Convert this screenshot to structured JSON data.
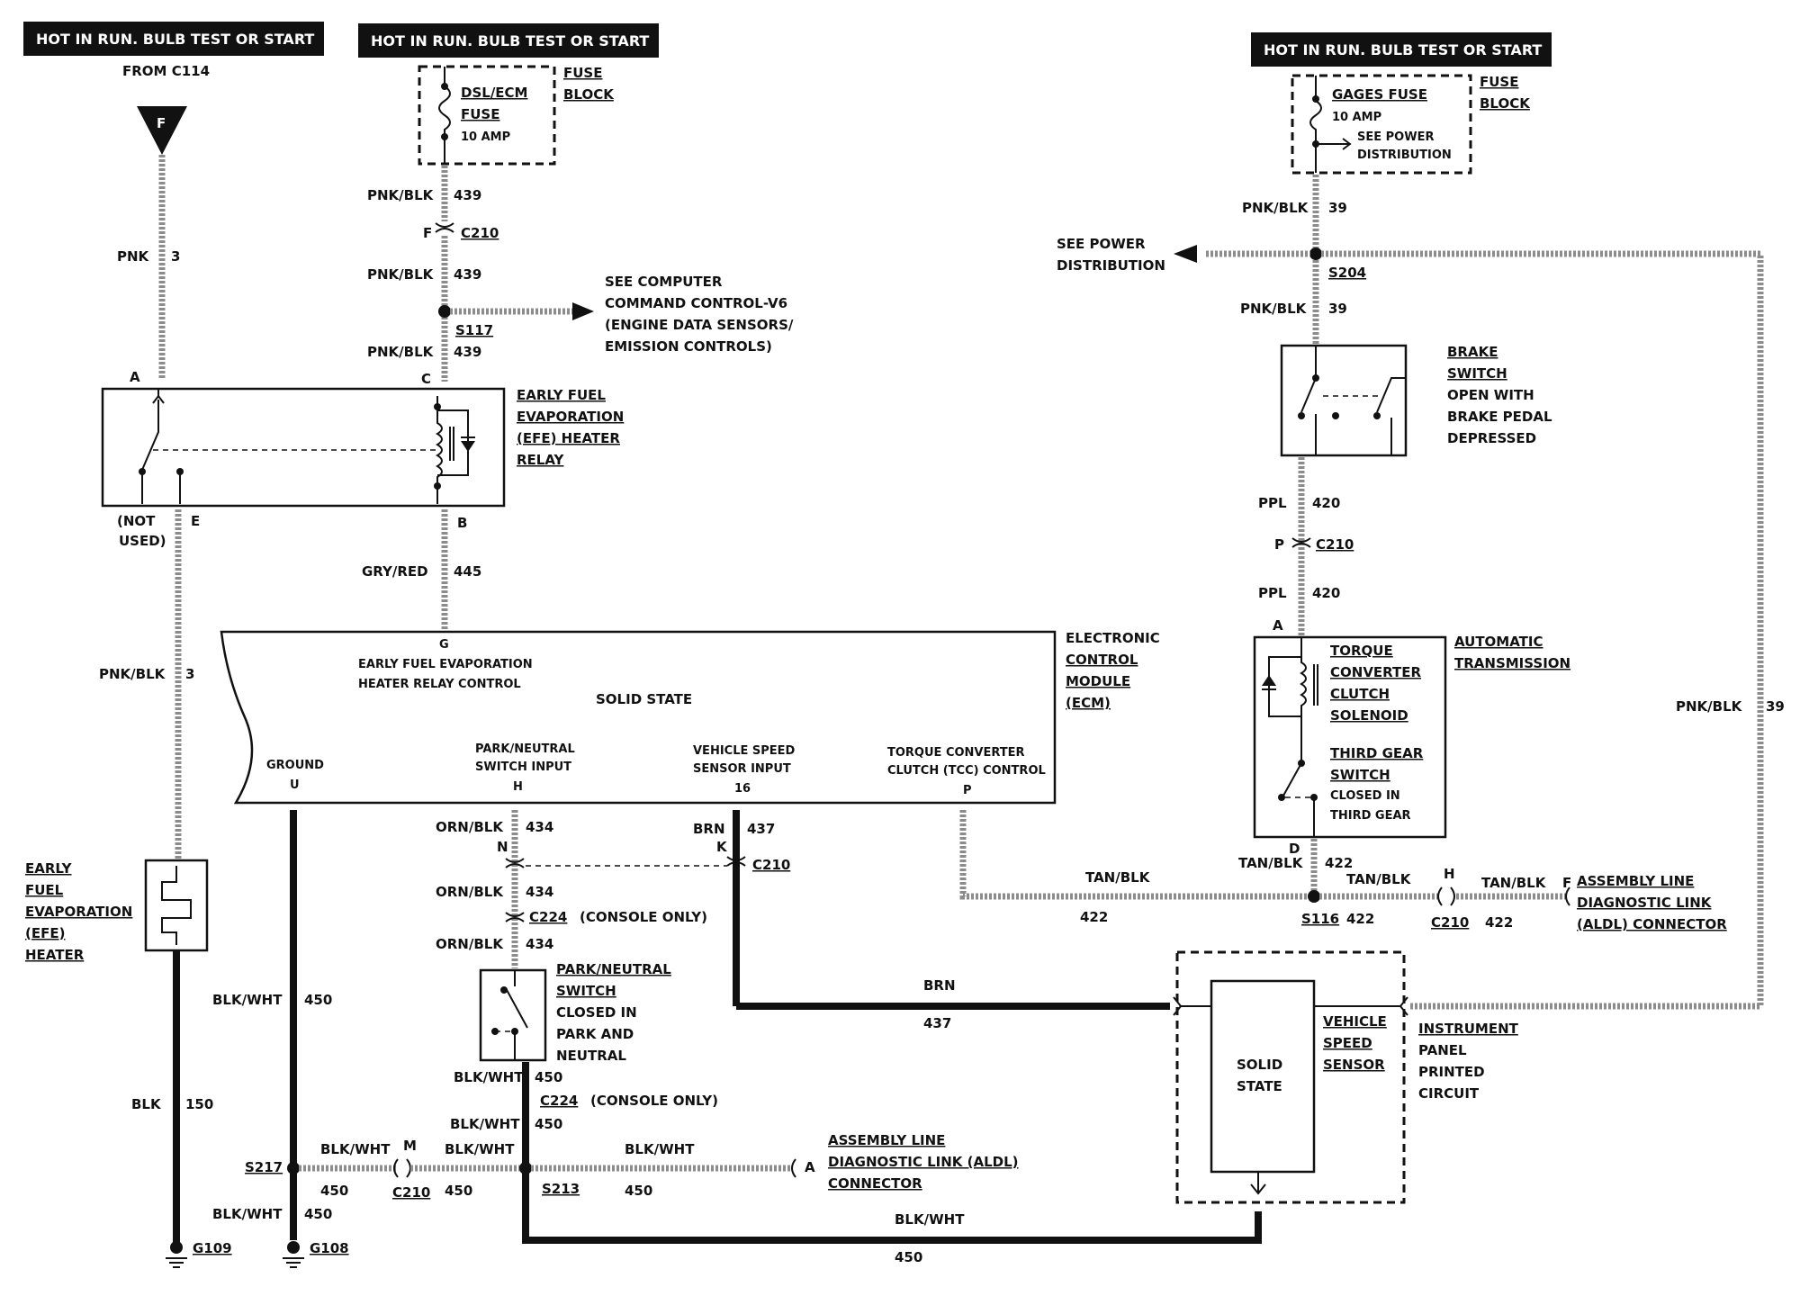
{
  "headers": {
    "h1": "HOT IN RUN.  BULB TEST OR START",
    "h2": "HOT IN RUN.  BULB TEST OR START",
    "h3": "HOT IN RUN.  BULB TEST OR START"
  },
  "left": {
    "from": "FROM C114",
    "triangle": "F",
    "wire1_color": "PNK",
    "wire1_num": "3",
    "pinA": "A",
    "pinE": "E",
    "not_used_1": "(NOT",
    "not_used_2": "USED)",
    "wire2_color": "PNK/BLK",
    "wire2_num": "3",
    "efe_heater": [
      "EARLY",
      "FUEL",
      "EVAPORATION",
      "(EFE)",
      "HEATER"
    ],
    "wire3_color": "BLK",
    "wire3_num": "150",
    "ground": "G109"
  },
  "fuse_block_1": {
    "fuse1": "DSL/ECM",
    "fuse2": "FUSE",
    "amp": "10 AMP",
    "block1": "FUSE",
    "block2": "BLOCK"
  },
  "center": {
    "w439_a_color": "PNK/BLK",
    "w439_a_num": "439",
    "c210_pin": "F",
    "c210": "C210",
    "w439_b_color": "PNK/BLK",
    "w439_b_num": "439",
    "s117": "S117",
    "w439_c_color": "PNK/BLK",
    "w439_c_num": "439",
    "see_computer": [
      "SEE COMPUTER",
      "COMMAND CONTROL-V6",
      "(ENGINE DATA SENSORS/",
      "EMISSION CONTROLS)"
    ],
    "pinC": "C",
    "pinB": "B",
    "w445_color": "GRY/RED",
    "w445_num": "445"
  },
  "relay": {
    "label": [
      "EARLY FUEL",
      "EVAPORATION",
      "(EFE) HEATER",
      "RELAY"
    ]
  },
  "ecm": {
    "pinG": "G",
    "relay_ctrl_1": "EARLY FUEL EVAPORATION",
    "relay_ctrl_2": "HEATER RELAY CONTROL",
    "solid_state": "SOLID STATE",
    "ground_lbl": "GROUND",
    "pinU": "U",
    "pn_input_1": "PARK/NEUTRAL",
    "pn_input_2": "SWITCH INPUT",
    "pinH": "H",
    "vss_input_1": "VEHICLE SPEED",
    "vss_input_2": "SENSOR INPUT",
    "pin16": "16",
    "tcc_1": "TORQUE CONVERTER",
    "tcc_2": "CLUTCH (TCC) CONTROL",
    "pinP": "P",
    "label": [
      "ELECTRONIC",
      "CONTROL",
      "MODULE",
      "(ECM)"
    ]
  },
  "bottom_left": {
    "w450_a_color": "BLK/WHT",
    "w450_a_num": "450",
    "s217": "S217",
    "w450_b_color": "BLK/WHT",
    "w450_b_num": "450",
    "g108": "G108",
    "w450_c_color": "BLK/WHT",
    "w450_c_num": "450",
    "c210_pin": "M",
    "c210": "C210",
    "w450_d_color": "BLK/WHT",
    "w450_d_num": "450"
  },
  "park_neutral": {
    "w434_a_color": "ORN/BLK",
    "w434_a_num": "434",
    "pinN": "N",
    "w434_b_color": "ORN/BLK",
    "w434_b_num": "434",
    "c224": "C224",
    "console_only": "(CONSOLE ONLY)",
    "w434_c_color": "ORN/BLK",
    "w434_c_num": "434",
    "label": [
      "PARK/NEUTRAL",
      "SWITCH",
      "CLOSED IN",
      "PARK AND",
      "NEUTRAL"
    ],
    "w450_color": "BLK/WHT",
    "w450_num": "450",
    "c224_b": "C224",
    "console_only_b": "(CONSOLE ONLY)",
    "w450_e_color": "BLK/WHT",
    "w450_e_num": "450",
    "s213": "S213",
    "aldl_wire_color": "BLK/WHT",
    "aldl_wire_num": "450",
    "aldl_pin": "A",
    "aldl": [
      "ASSEMBLY LINE",
      "DIAGNOSTIC LINK (ALDL)",
      "CONNECTOR"
    ],
    "bottom_wire_color": "BLK/WHT",
    "bottom_wire_num": "450"
  },
  "vss": {
    "w437_color": "BRN",
    "w437_num": "437",
    "pinK": "K",
    "c210": "C210",
    "brn_color": "BRN",
    "brn_num": "437",
    "solid_state_1": "SOLID",
    "solid_state_2": "STATE",
    "label": [
      "VEHICLE",
      "SPEED",
      "SENSOR"
    ],
    "ipc": [
      "INSTRUMENT",
      "PANEL",
      "PRINTED",
      "CIRCUIT"
    ]
  },
  "right": {
    "gages_fuse": "GAGES FUSE",
    "amp": "10 AMP",
    "see_power_1": "SEE POWER",
    "see_power_2": "DISTRIBUTION",
    "block1": "FUSE",
    "block2": "BLOCK",
    "w39_a_color": "PNK/BLK",
    "w39_a_num": "39",
    "see_power_dist_1": "SEE POWER",
    "see_power_dist_2": "DISTRIBUTION",
    "s204": "S204",
    "w39_b_color": "PNK/BLK",
    "w39_b_num": "39",
    "brake": [
      "BRAKE",
      "SWITCH",
      "OPEN WITH",
      "BRAKE PEDAL",
      "DEPRESSED"
    ],
    "w420_a_color": "PPL",
    "w420_a_num": "420",
    "c210_pin": "P",
    "c210": "C210",
    "w420_b_color": "PPL",
    "w420_b_num": "420",
    "pinA": "A",
    "tcc_solenoid": [
      "TORQUE",
      "CONVERTER",
      "CLUTCH",
      "SOLENOID"
    ],
    "third_gear": [
      "THIRD GEAR",
      "SWITCH",
      "CLOSED IN",
      "THIRD GEAR"
    ],
    "auto_trans_1": "AUTOMATIC",
    "auto_trans_2": "TRANSMISSION",
    "pinD": "D",
    "w422_a_color": "TAN/BLK",
    "w422_a_num": "422",
    "tan_left_color": "TAN/BLK",
    "tan_left_num": "422",
    "s116": "S116",
    "s116_num": "422",
    "tan_mid_color": "TAN/BLK",
    "c210_pin_h": "H",
    "tan_right_color": "TAN/BLK",
    "pinF": "F",
    "c210_b": "C210",
    "c210_b_num": "422",
    "aldl": [
      "ASSEMBLY LINE",
      "DIAGNOSTIC LINK",
      "(ALDL) CONNECTOR"
    ],
    "loop_color": "PNK/BLK",
    "loop_num": "39"
  }
}
